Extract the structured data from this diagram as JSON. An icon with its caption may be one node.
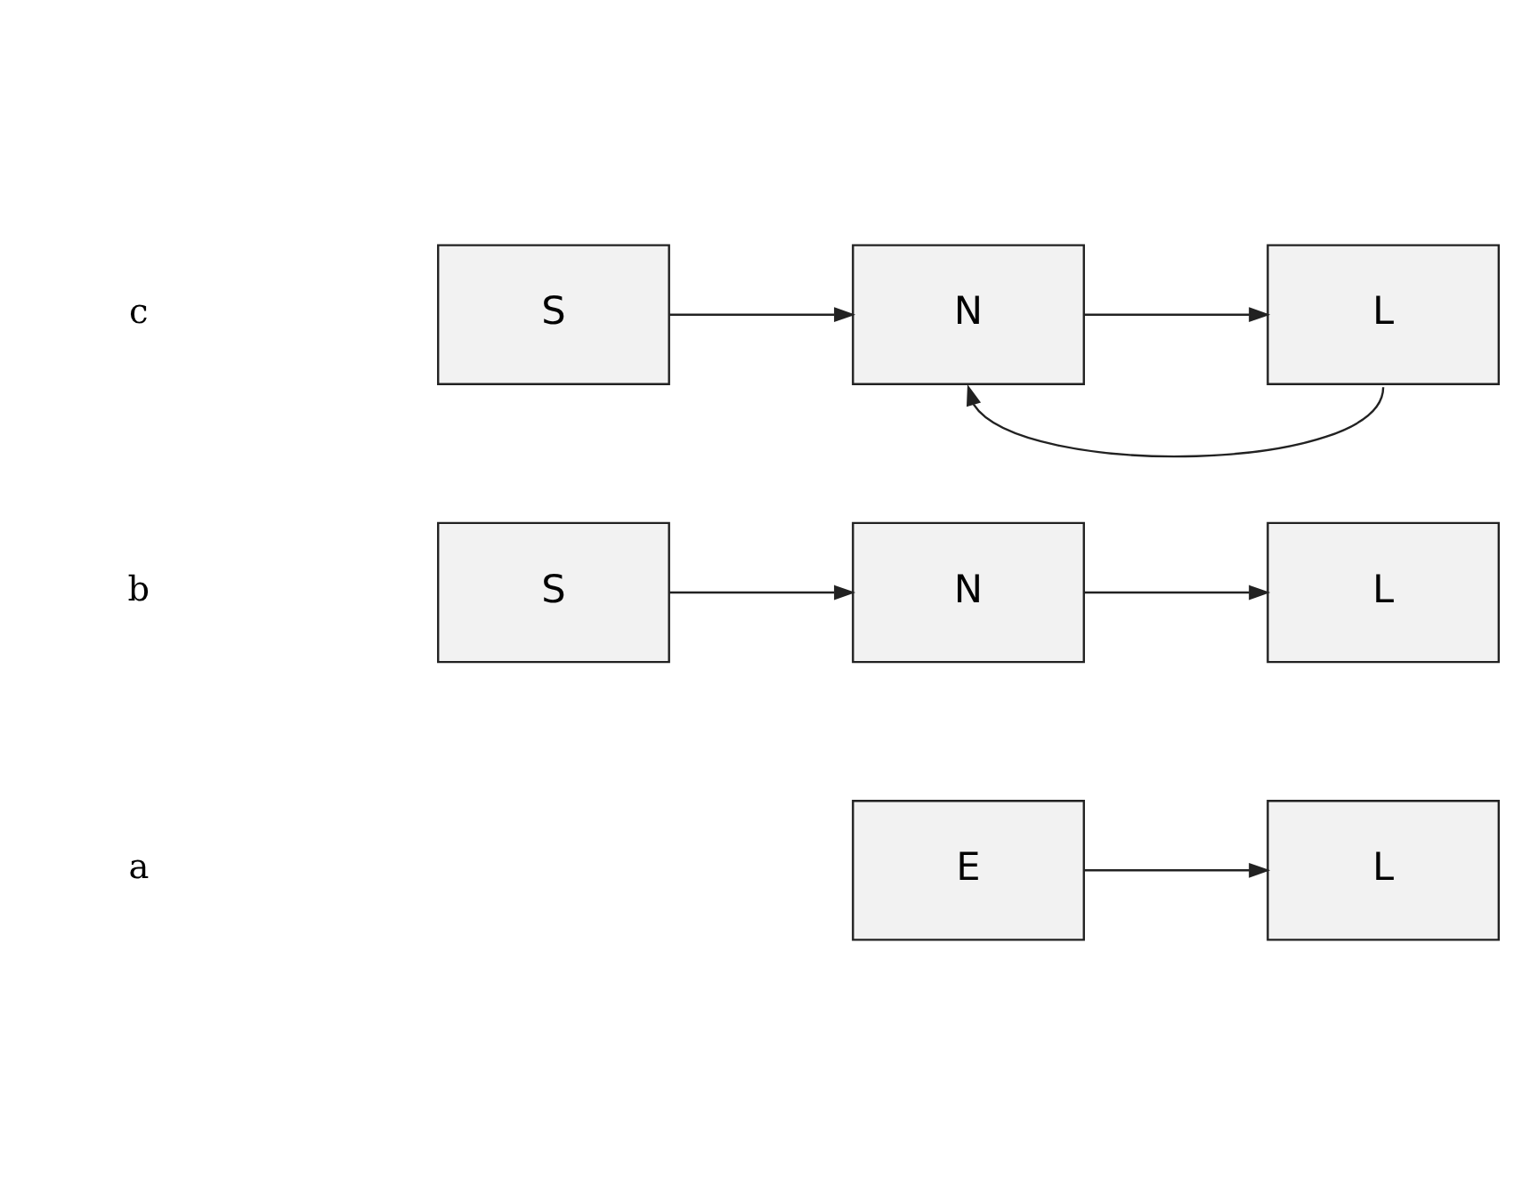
{
  "diagram": {
    "nodes": [
      {
        "text": [
          "E"
        ]
      },
      {
        "text": [
          "L"
        ]
      },
      {
        "text": [
          "S"
        ]
      },
      {
        "text": [
          "N"
        ]
      },
      {
        "text": [
          "L"
        ]
      },
      {
        "text": [
          "S"
        ]
      },
      {
        "text": [
          "N"
        ]
      },
      {
        "text": [
          "L"
        ]
      }
    ],
    "edges": [
      {
        "from": 0,
        "to": 1,
        "arrow": "to"
      },
      {
        "from": 2,
        "to": 3,
        "arrow": "to"
      },
      {
        "from": 3,
        "to": 4,
        "arrow": "to"
      },
      {
        "from": 5,
        "to": 6,
        "arrow": "to"
      },
      {
        "from": 6,
        "to": 7,
        "arrow": "to"
      },
      {
        "from": 7,
        "to": 6,
        "arrow": "to"
      }
    ],
    "labels": [
      "a",
      "b",
      "c"
    ]
  }
}
